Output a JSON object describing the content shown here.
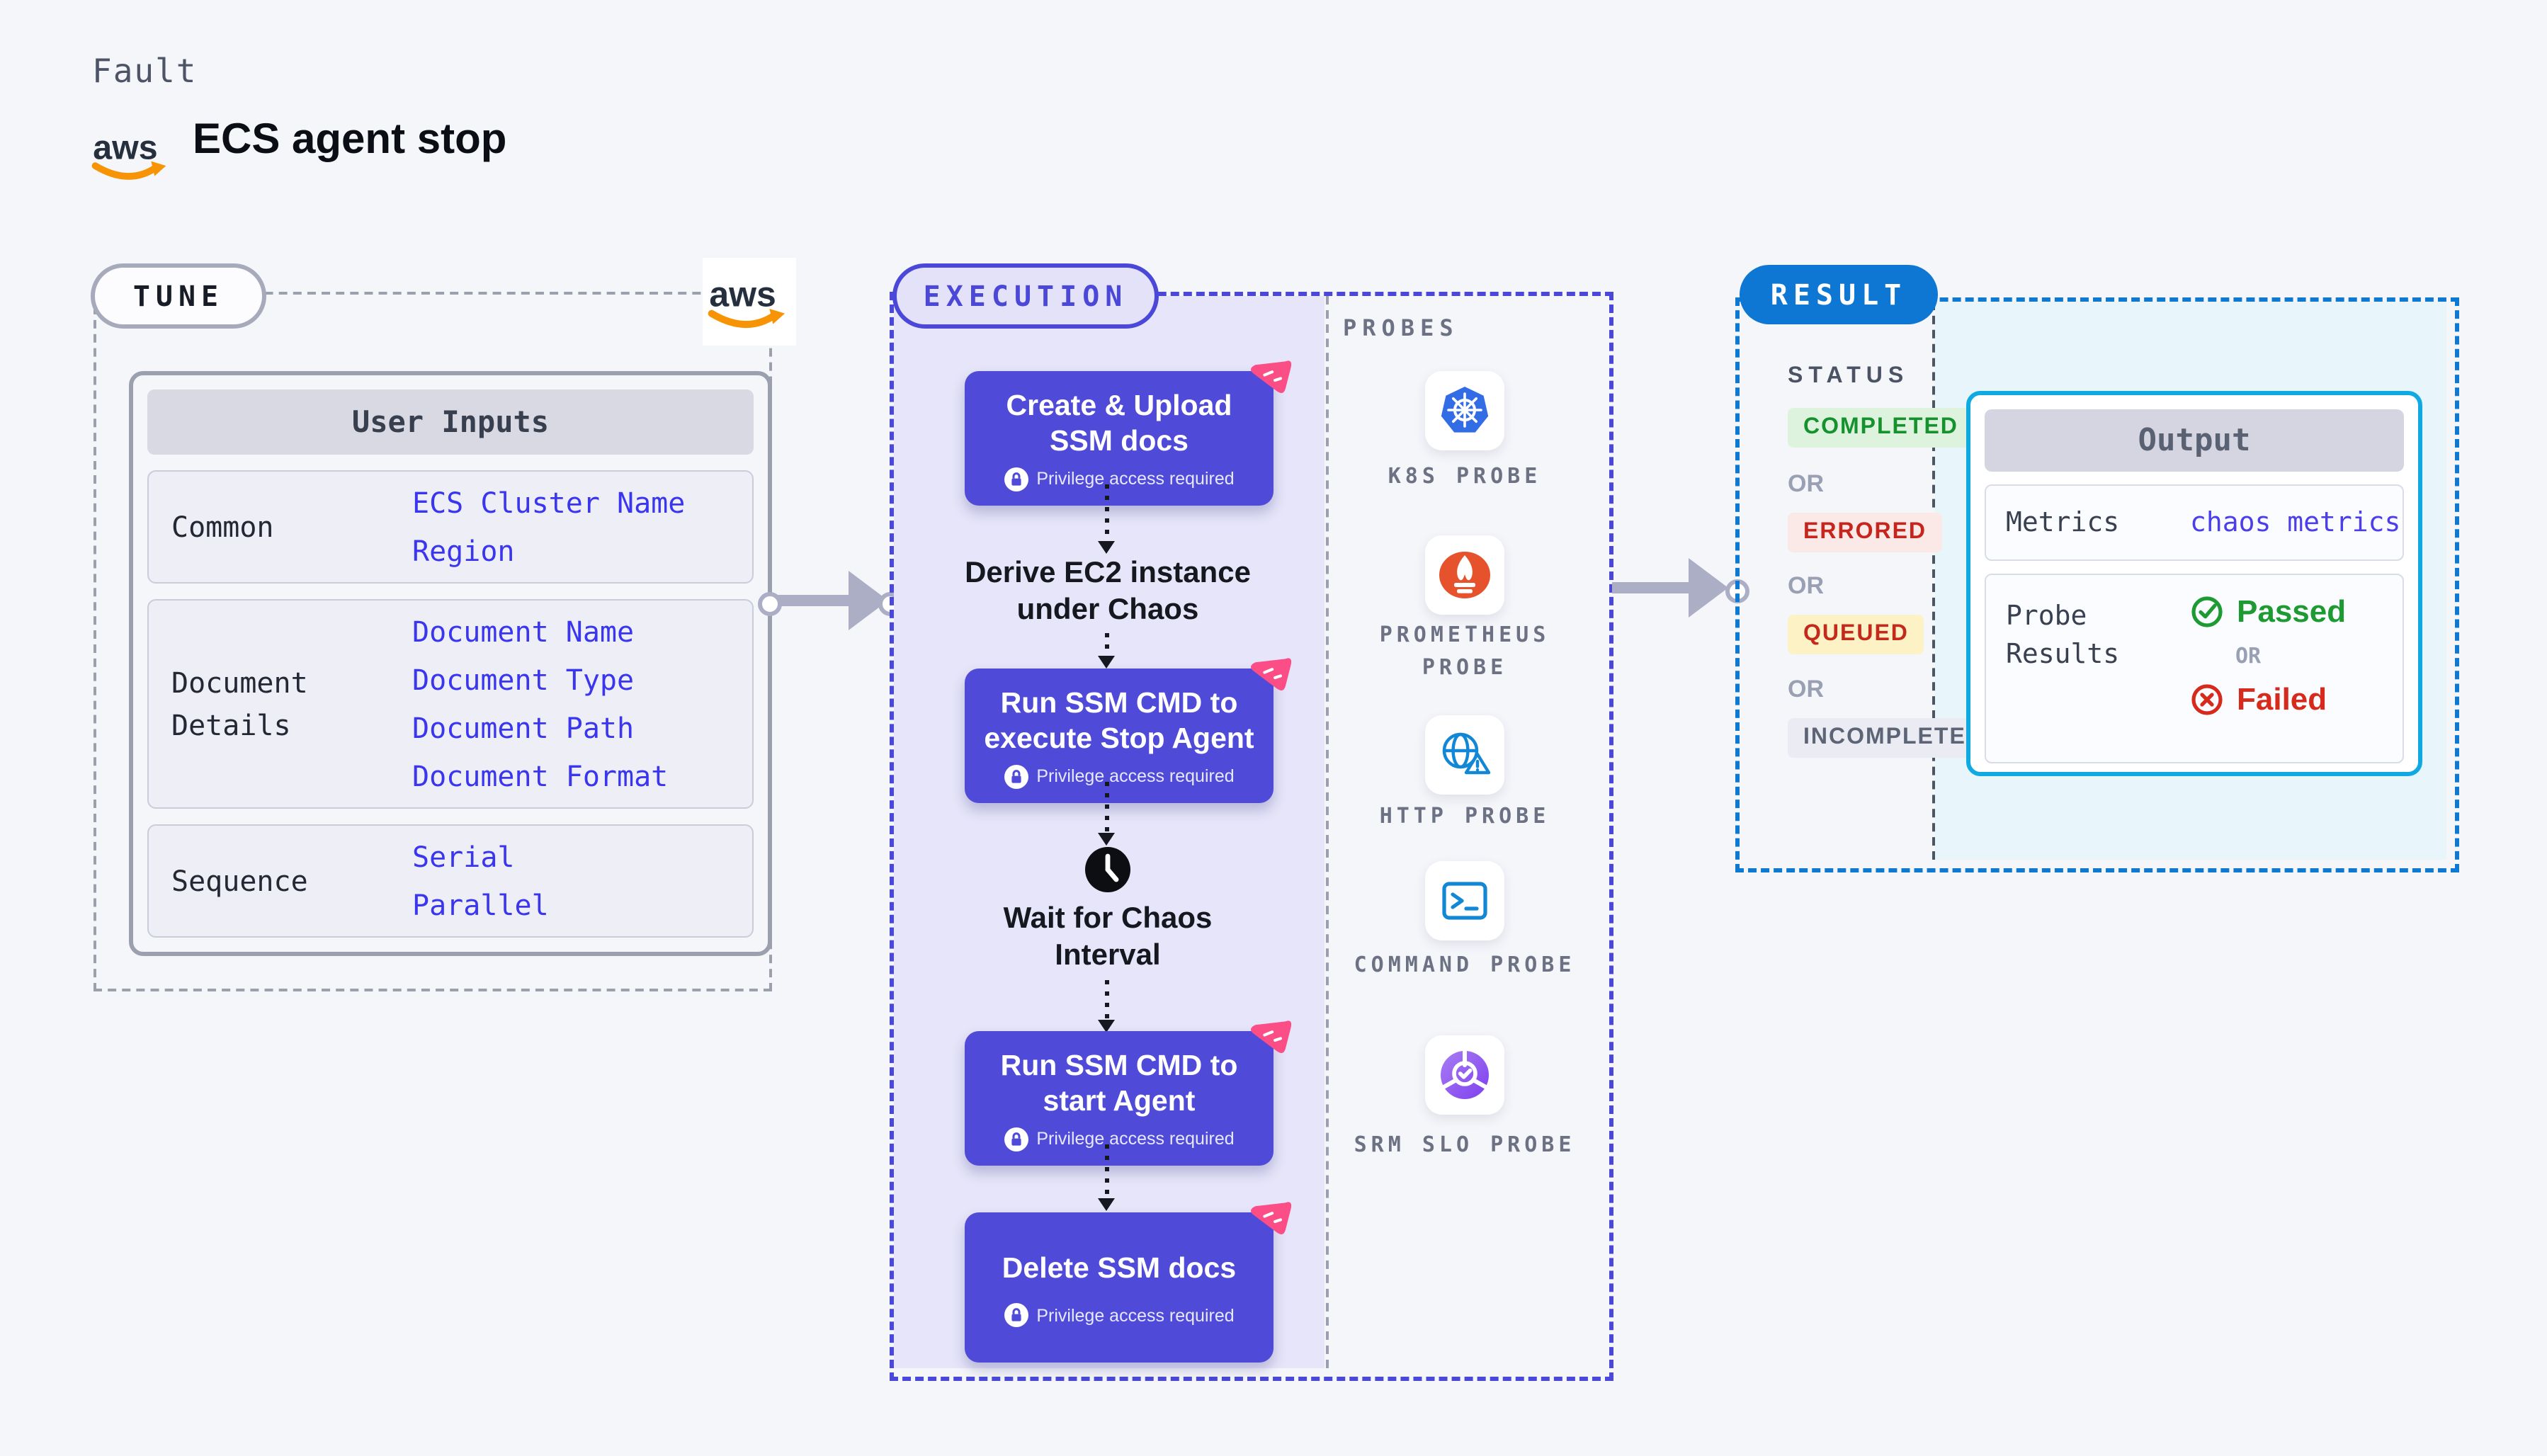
{
  "header": {
    "kicker": "Fault",
    "title": "ECS agent stop",
    "aws_logo_alt": "aws"
  },
  "tune": {
    "label": "TUNE",
    "user_inputs": {
      "header": "User Inputs",
      "rows": [
        {
          "label": "Common",
          "links": [
            "ECS Cluster Name",
            "Region"
          ]
        },
        {
          "label": "Document Details",
          "links": [
            "Document Name",
            "Document Type",
            "Document Path",
            "Document Format"
          ]
        },
        {
          "label": "Sequence",
          "links": [
            "Serial",
            "Parallel"
          ]
        }
      ]
    }
  },
  "execution": {
    "label": "EXECUTION",
    "steps": [
      {
        "type": "box",
        "label": "Create & Upload SSM docs",
        "badge": "Privilege access required"
      },
      {
        "type": "text",
        "label": "Derive EC2 instance under Chaos"
      },
      {
        "type": "box",
        "label": "Run SSM CMD to execute Stop Agent",
        "badge": "Privilege access required"
      },
      {
        "type": "wait",
        "label": "Wait for Chaos Interval",
        "icon": "clock-icon"
      },
      {
        "type": "box",
        "label": "Run SSM CMD to start Agent",
        "badge": "Privilege access required"
      },
      {
        "type": "box",
        "label": "Delete SSM docs",
        "badge": "Privilege access required"
      }
    ],
    "probes": {
      "label": "PROBES",
      "items": [
        {
          "name": "K8S PROBE",
          "icon": "kubernetes-icon"
        },
        {
          "name": "PROMETHEUS PROBE",
          "icon": "prometheus-icon"
        },
        {
          "name": "HTTP PROBE",
          "icon": "http-globe-icon"
        },
        {
          "name": "COMMAND PROBE",
          "icon": "terminal-icon"
        },
        {
          "name": "SRM SLO PROBE",
          "icon": "srm-slo-icon"
        }
      ]
    }
  },
  "result": {
    "label": "RESULT",
    "status": {
      "header": "STATUS",
      "or": "OR",
      "badges": [
        {
          "label": "COMPLETED",
          "bg": "#def3de",
          "color": "#15912e"
        },
        {
          "label": "ERRORED",
          "bg": "#fbe9e8",
          "color": "#c5251c"
        },
        {
          "label": "QUEUED",
          "bg": "#fdf2c5",
          "color": "#c42a1c"
        },
        {
          "label": "INCOMPLETED",
          "bg": "#ebecf3",
          "color": "#5d6476"
        }
      ]
    },
    "output": {
      "header": "Output",
      "metrics_label": "Metrics",
      "metrics_value": "chaos metrics",
      "probe_results_label": "Probe Results",
      "passed": "Passed",
      "or": "OR",
      "failed": "Failed"
    }
  },
  "colors": {
    "page_bg": "#f5f6fa",
    "indigo_accent": "#4b48d8",
    "step_box_bg": "#4f4bd8",
    "execution_area_bg": "#e6e5f9",
    "result_accent": "#0e76d3",
    "result_area_bg": "#e8f6fc",
    "output_border": "#10a9e2",
    "link_blue": "#3a35ee",
    "chaos_pink": "#fb4d86",
    "aws_orange": "#f79406",
    "passed_green": "#1d9a31",
    "failed_red": "#d52a1c"
  }
}
